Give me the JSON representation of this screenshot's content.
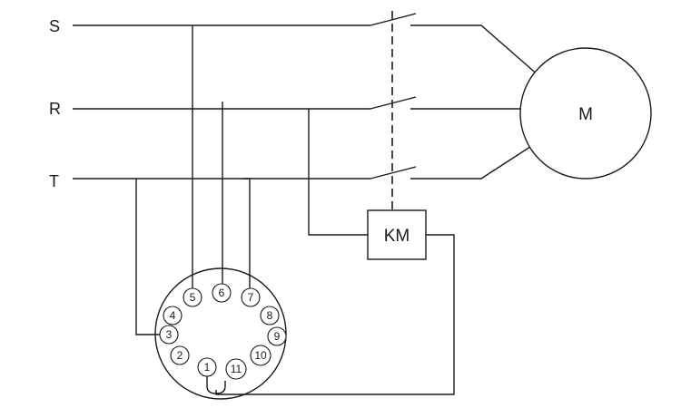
{
  "phases": {
    "s": "S",
    "r": "R",
    "t": "T"
  },
  "motor": {
    "label": "M"
  },
  "contactor": {
    "label": "KM"
  },
  "socket": {
    "pins": [
      "1",
      "2",
      "3",
      "4",
      "5",
      "6",
      "7",
      "8",
      "9",
      "10",
      "11"
    ]
  }
}
